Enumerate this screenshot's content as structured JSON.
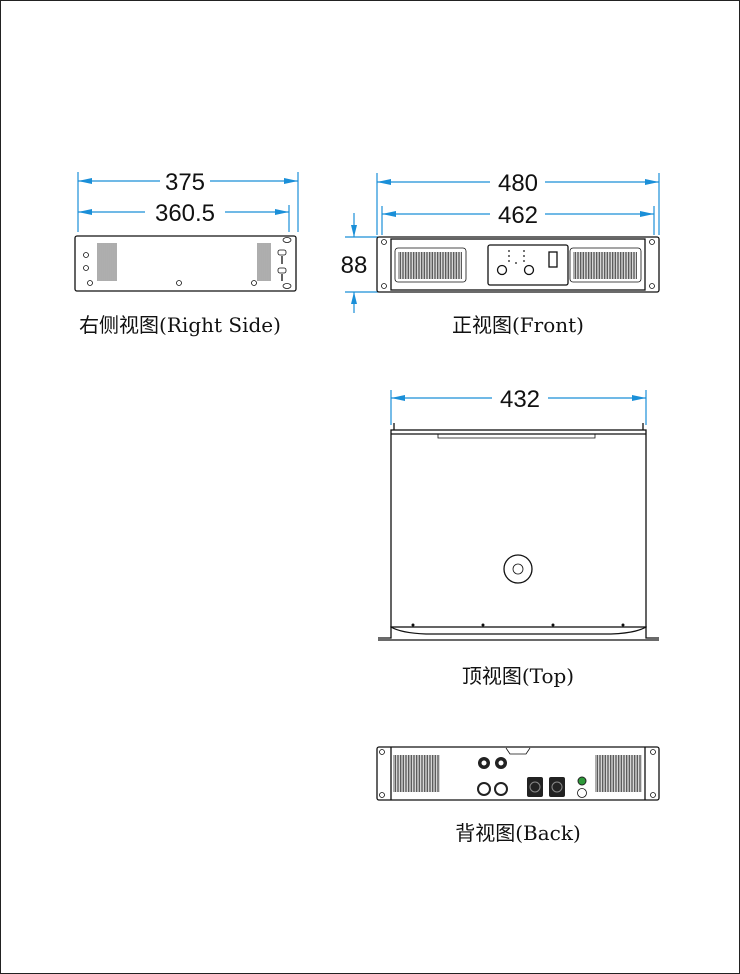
{
  "right_side": {
    "dim_outer": "375",
    "dim_inner": "360.5",
    "caption": "右侧视图(Right Side)"
  },
  "front": {
    "dim_outer": "480",
    "dim_inner": "462",
    "dim_height": "88",
    "caption": "正视图(Front)"
  },
  "top": {
    "dim_width": "432",
    "caption": "顶视图(Top)"
  },
  "back": {
    "caption": "背视图(Back)"
  },
  "colors": {
    "dimension": "#1a8fd8",
    "ground_led": "#2e9a3a"
  }
}
